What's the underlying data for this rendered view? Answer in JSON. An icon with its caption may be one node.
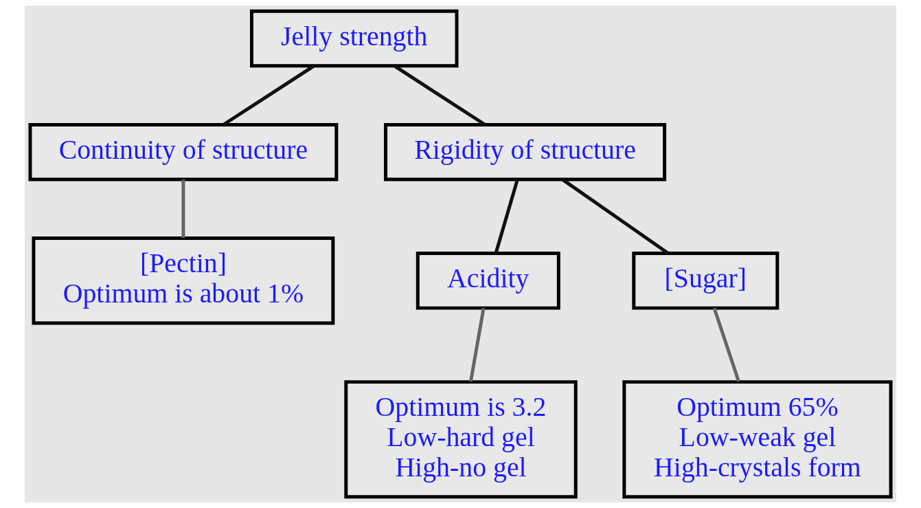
{
  "diagram": {
    "nodes": [
      {
        "text": [
          "Jelly strength"
        ]
      },
      {
        "text": [
          "Continuity of structure"
        ]
      },
      {
        "text": [
          "Rigidity of structure"
        ]
      },
      {
        "text": [
          "[Pectin]",
          "Optimum is about 1%"
        ]
      },
      {
        "text": [
          "Acidity"
        ]
      },
      {
        "text": [
          "[Sugar]"
        ]
      },
      {
        "text": [
          "Optimum is 3.2",
          "Low-hard gel",
          "High-no gel"
        ]
      },
      {
        "text": [
          "Optimum 65%",
          "Low-weak gel",
          "High-crystals form"
        ]
      }
    ],
    "edges": [
      {
        "from": 0,
        "to": 1,
        "arrow": "none"
      },
      {
        "from": 0,
        "to": 2,
        "arrow": "none"
      },
      {
        "from": 1,
        "to": 3,
        "arrow": "none",
        "color": "#666666"
      },
      {
        "from": 2,
        "to": 4,
        "arrow": "none"
      },
      {
        "from": 2,
        "to": 5,
        "arrow": "none"
      },
      {
        "from": 4,
        "to": 6,
        "arrow": "none",
        "color": "#666666"
      },
      {
        "from": 5,
        "to": 7,
        "arrow": "none",
        "color": "#666666"
      }
    ]
  }
}
